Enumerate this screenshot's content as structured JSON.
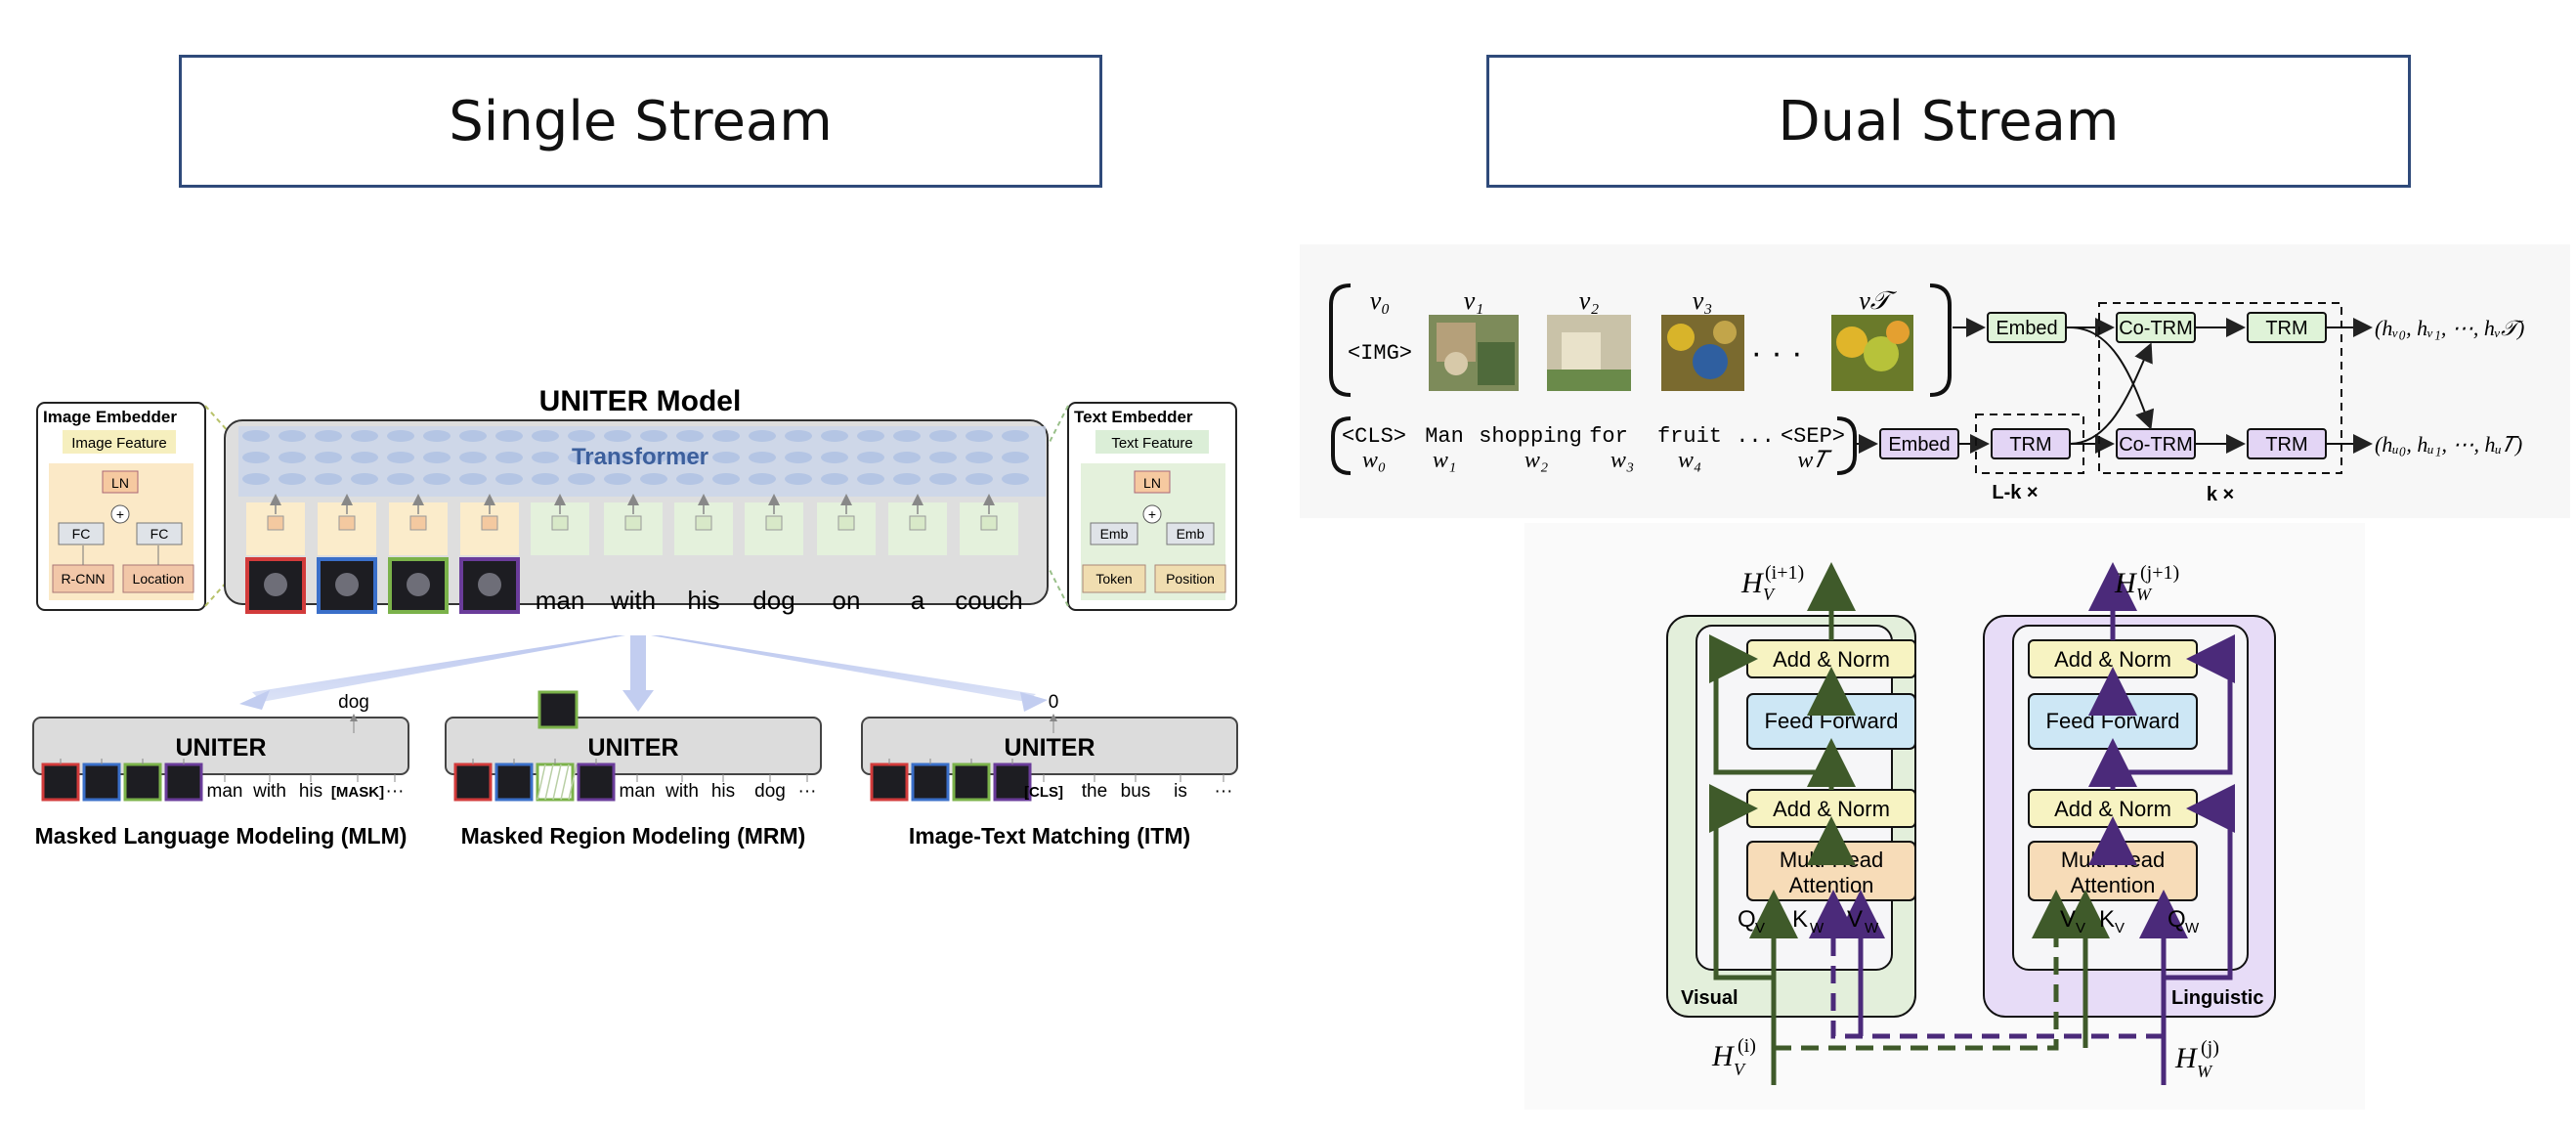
{
  "headers": {
    "single": "Single Stream",
    "dual": "Dual Stream"
  },
  "uniter": {
    "title": "UNITER Model",
    "transformer": "Transformer",
    "image_embedder": {
      "title": "Image Embedder",
      "feature": "Image Feature",
      "ln": "LN",
      "plus": "+",
      "fc1": "FC",
      "fc2": "FC",
      "rcnn": "R-CNN",
      "location": "Location"
    },
    "text_embedder": {
      "title": "Text Embedder",
      "feature": "Text Feature",
      "ln": "LN",
      "plus": "+",
      "emb1": "Emb",
      "emb2": "Emb",
      "token": "Token",
      "position": "Position"
    },
    "words": [
      "man",
      "with",
      "his",
      "dog",
      "on",
      "a",
      "couch"
    ],
    "tasks": [
      {
        "model": "UNITER",
        "label": "Masked Language Modeling (MLM)",
        "output": "dog",
        "tokens": [
          "man",
          "with",
          "his",
          "[MASK]",
          "···"
        ]
      },
      {
        "model": "UNITER",
        "label": "Masked Region Modeling (MRM)",
        "output": "",
        "tokens": [
          "man",
          "with",
          "his",
          "dog",
          "···"
        ]
      },
      {
        "model": "UNITER",
        "label": "Image-Text Matching (ITM)",
        "output": "0",
        "tokens": [
          "[CLS]",
          "the",
          "bus",
          "is",
          "···"
        ]
      }
    ]
  },
  "vilbert": {
    "v_labels": [
      "v₀",
      "v₁",
      "v₂",
      "v₃",
      "v𝒯"
    ],
    "img_token": "<IMG>",
    "cls_token": "<CLS>",
    "words": [
      "Man",
      "shopping",
      "for",
      "fruit",
      "...",
      "<SEP>"
    ],
    "w_labels": [
      "w₀",
      "w₁",
      "w₂",
      "w₃",
      "w₄",
      "w𝑇"
    ],
    "dots": "· · ·",
    "embed": "Embed",
    "trm": "TRM",
    "co_trm": "Co-TRM",
    "l_minus_k": "L-k ×",
    "k_times": "k ×",
    "out_v": "(hᵥ₀, hᵥ₁, ⋯, hᵥ𝒯)",
    "out_w": "(hᵤ₀, hᵤ₁, ⋯, hᵤ𝑇)"
  },
  "coattn": {
    "visual": {
      "label": "Visual",
      "out": "H",
      "out_sub": "V",
      "out_sup": "(i+1)",
      "in": "H",
      "in_sub": "V",
      "in_sup": "(i)",
      "add_norm": "Add & Norm",
      "ff": "Feed Forward",
      "mha1": "Multi-Head",
      "mha2": "Attention",
      "q": "Q",
      "q_sub": "V",
      "k": "K",
      "k_sub": "W",
      "v": "V",
      "v_sub": "W"
    },
    "linguistic": {
      "label": "Linguistic",
      "out": "H",
      "out_sub": "W",
      "out_sup": "(j+1)",
      "in": "H",
      "in_sub": "W",
      "in_sup": "(j)",
      "add_norm": "Add & Norm",
      "ff": "Feed Forward",
      "mha1": "Multi-Head",
      "mha2": "Attention",
      "v": "V",
      "v_sub": "V",
      "k": "K",
      "k_sub": "V",
      "q": "Q",
      "q_sub": "W"
    }
  },
  "colors": {
    "title_border": "#2f4a7a",
    "green_path": "#3f5a2a",
    "purple_path": "#4b2a7a",
    "visual_bg": "#e3efdb",
    "linguistic_bg": "#e7dcf7",
    "add_norm": "#f7f3c2",
    "ff": "#cde7f5",
    "mha": "#f7dcb8",
    "embed_green": "#dff3d8",
    "embed_purple": "#e3d5f5"
  }
}
